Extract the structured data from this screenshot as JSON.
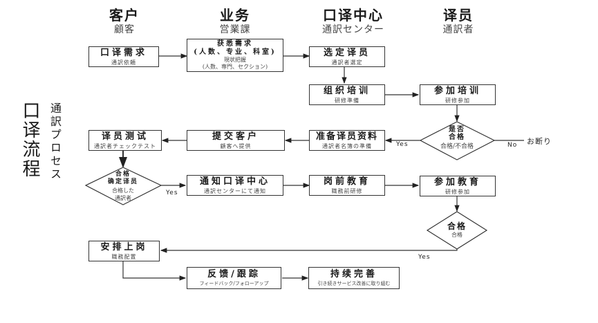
{
  "title": {
    "zh": "口译流程",
    "ja": "通訳プロセス"
  },
  "columns": [
    {
      "zh": "客户",
      "ja": "顧客"
    },
    {
      "zh": "业务",
      "ja": "営業課"
    },
    {
      "zh": "口译中心",
      "ja": "通訳センター"
    },
    {
      "zh": "译员",
      "ja": "通訳者"
    }
  ],
  "nodes": {
    "request": {
      "zh": "口译需求",
      "ja": "通訳依頼"
    },
    "assess": {
      "zh": "获悉需求",
      "zh_sub": "(人数、专业、科室)",
      "ja": "現状把握",
      "ja_sub": "(人数、専門、セクション)"
    },
    "select": {
      "zh": "选定译员",
      "ja": "通訳者選定"
    },
    "organize_training": {
      "zh": "组织培训",
      "ja": "研修準備"
    },
    "attend_training": {
      "zh": "参加培训",
      "ja": "研修参加"
    },
    "qualify_check": {
      "zh1": "是否",
      "zh2": "合格",
      "ja": "合格/不合格"
    },
    "prepare_profile": {
      "zh": "准备译员资料",
      "ja": "通訳者名簿の準備"
    },
    "submit_client": {
      "zh": "提交客户",
      "ja": "顧客へ提供"
    },
    "interpreter_test": {
      "zh": "译员测试",
      "ja": "通訳者チェックテスト"
    },
    "confirm": {
      "zh1": "合格",
      "zh2": "确定译员",
      "ja1": "合格した",
      "ja2": "通訳者"
    },
    "notify_center": {
      "zh": "通知口译中心",
      "ja": "通訳センターにて通知"
    },
    "pre_job_edu": {
      "zh": "岗前教育",
      "ja": "職務前研修"
    },
    "attend_edu": {
      "zh": "参加教育",
      "ja": "研修参加"
    },
    "pass": {
      "zh": "合格",
      "ja": "合格"
    },
    "assign": {
      "zh": "安排上岗",
      "ja": "職務配置"
    },
    "feedback": {
      "zh": "反馈/跟踪",
      "ja": "フィードバック/フォローアップ"
    },
    "improve": {
      "zh": "持续完善",
      "ja": "引き続きサービス改善に取り組む"
    }
  },
  "edge_labels": {
    "yes1": "Yes",
    "no1": "No",
    "reject": "お断り",
    "yes2": "Yes",
    "yes3": "Yes"
  }
}
